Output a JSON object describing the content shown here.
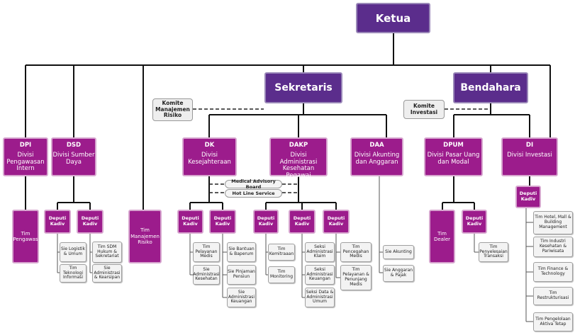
{
  "top": {
    "ketua": "Ketua",
    "sekretaris": "Sekretaris",
    "bendahara": "Bendahara"
  },
  "komite": {
    "manajemen_risiko": "Komite Manajemen Risiko",
    "investasi": "Komite Investasi"
  },
  "divisions": {
    "dpi": {
      "code": "DPI",
      "name": "Divisi Pengawasan Intern"
    },
    "dsd": {
      "code": "DSD",
      "name": "Divisi Sumber Daya"
    },
    "dk": {
      "code": "DK",
      "name": "Divisi Kesejahteraan"
    },
    "dakp": {
      "code": "DAKP",
      "name": "Divisi Administrasi Kesehatan Pegawai"
    },
    "daa": {
      "code": "DAA",
      "name": "Divisi Akunting dan Anggaran"
    },
    "dpum": {
      "code": "DPUM",
      "name": "Divisi Pasar Uang dan Modal"
    },
    "di": {
      "code": "DI",
      "name": "Divisi Investasi"
    }
  },
  "boards": {
    "medical_advisory": "Medical Advisory Board",
    "hot_line": "Hot Line Service"
  },
  "deputi_label": "Deputi Kadiv",
  "tim": {
    "pengawas": "Tim Pengawas",
    "manajemen_risiko": "Tim Manajemen Risiko",
    "dealer": "Tim Dealer"
  },
  "units": {
    "dsd_a": [
      "Sie Logistik & Umum",
      "Tim Teknologi Informasi"
    ],
    "dsd_b": [
      "Tim SDM Hukum & Sekretariat",
      "Sie Administrasi & Kearsipan"
    ],
    "dk_a": [
      "Tim Pelayanan Medis",
      "Sie Administrasi Kesehatan"
    ],
    "dk_b": [
      "Sie Bantuan & Baperum",
      "Sie Pinjaman Pensiun",
      "Sie Administrasi Keuangan"
    ],
    "dakp_a": [
      "Tim Kemitraaan",
      "Tim Monitoring"
    ],
    "dakp_b": [
      "Seksi Administrasi Klaim",
      "Seksi Administrasi Keuangan",
      "Seksi Data & Administrasi Umum"
    ],
    "dakp_c": [
      "Tim Pencegahan Medis",
      "Tim Pelayanan & Penunjang Medis"
    ],
    "daa": [
      "Sie Akunting",
      "Sie Anggaran & Pajak"
    ],
    "dpum": [
      "Tim Penyelesaian Transaksi"
    ],
    "di": [
      "Tim Hotel, Mall & Building Management",
      "Tim Industri Kesehatan & Pariwisata",
      "Tim Finance & Technology",
      "Tim Restrukturisasi",
      "Tim Pengelolaan Aktiva Tetap"
    ]
  }
}
